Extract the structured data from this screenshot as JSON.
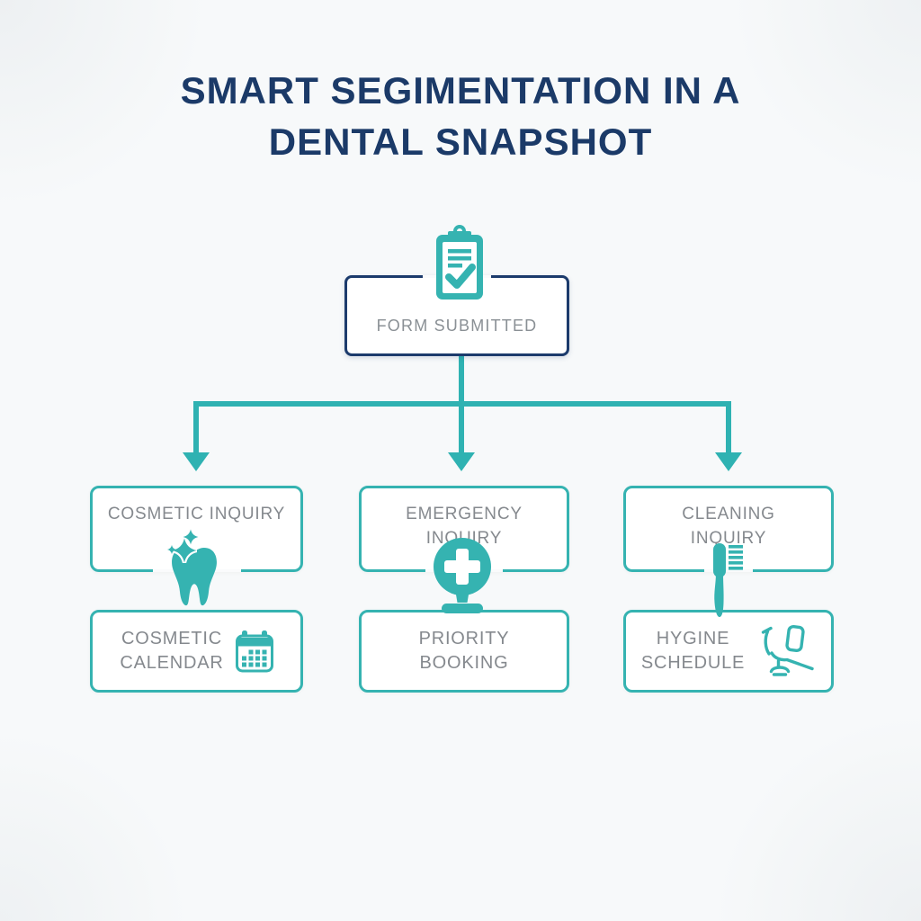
{
  "title": {
    "line1": "SMART SEGIMENTATION IN A",
    "line2": "DENTAL SNAPSHOT"
  },
  "nodes": {
    "root": {
      "label": "FORM SUBMITTED",
      "icon": "clipboard-check-icon"
    },
    "inquiries": [
      {
        "line1": "COSMETIC INQUIRY",
        "line2": "",
        "icon": "sparkling-tooth-icon"
      },
      {
        "line1": "EMERGENCY",
        "line2": "INQUIRY",
        "icon": "medical-cross-icon"
      },
      {
        "line1": "CLEANING",
        "line2": "INQUIRY",
        "icon": "toothbrush-icon"
      }
    ],
    "actions": [
      {
        "line1": "COSMETIC",
        "line2": "CALENDAR",
        "icon": "calendar-icon"
      },
      {
        "line1": "PRIORITY",
        "line2": "BOOKING",
        "icon": ""
      },
      {
        "line1": "HYGINE",
        "line2": "SCHEDULE",
        "icon": "dental-chair-icon"
      }
    ]
  },
  "colors": {
    "teal": "#35b3b1",
    "arrow_teal": "#2fb2b2",
    "navy": "#1c3b6c",
    "title_navy": "#1b3a68",
    "label_gray": "#85898e",
    "background": "#f7f9fa"
  }
}
